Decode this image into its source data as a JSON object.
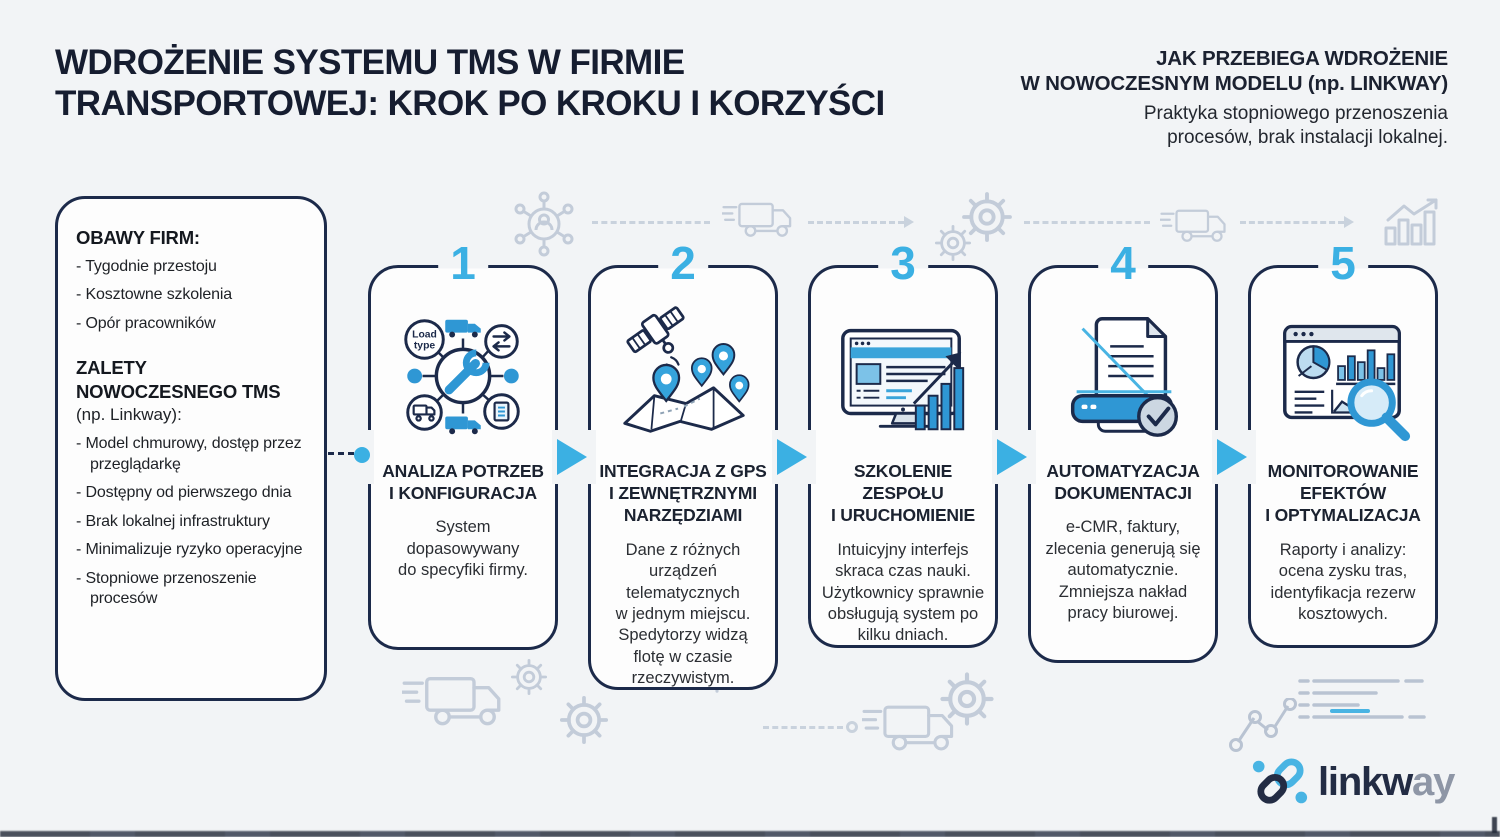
{
  "header": {
    "title": "WDROŻENIE SYSTEMU TMS W FIRMIE\nTRANSPORTOWEJ: KROK PO KROKU I KORZYŚCI",
    "right_heading": "JAK PRZEBIEGA WDROŻENIE\nW NOWOCZESNYM MODELU (np. LINKWAY)",
    "right_subheading": "Praktyka stopniowego przenoszenia\nprocesów, brak instalacji lokalnej."
  },
  "left_panel": {
    "concerns_heading": "OBAWY FIRM:",
    "concerns": [
      "Tygodnie przestoju",
      "Kosztowne szkolenia",
      "Opór pracowników"
    ],
    "advantages_heading": "ZALETY NOWOCZESNEGO TMS",
    "advantages_heading_note": "(np. Linkway):",
    "advantages": [
      "Model chmurowy, dostęp przez przeglądarkę",
      "Dostępny od pierwszego dnia",
      "Brak lokalnej infrastruktury",
      "Minimalizuje ryzyko operacyjne",
      "Stopniowe przenoszenie procesów"
    ]
  },
  "steps": [
    {
      "number": "1",
      "title": "ANALIZA POTRZEB\nI KONFIGURACJA",
      "description": "System\ndopasowywany\ndo specyfiki firmy.",
      "icon": "needs-analysis-hub-icon"
    },
    {
      "number": "2",
      "title": "INTEGRACJA Z GPS\nI ZEWNĘTRZNYMI\nNARZĘDZIAMI",
      "description": "Dane z różnych\nurządzeń\ntelematycznych\nw jednym miejscu.\nSpedytorzy widzą\nflotę w czasie\nrzeczywistym.",
      "icon": "gps-satellite-map-icon"
    },
    {
      "number": "3",
      "title": "SZKOLENIE\nZESPOŁU\nI URUCHOMIENIE",
      "description": "Intuicyjny interfejs\nskraca czas nauki.\nUżytkownicy sprawnie\nobsługują system po\nkilku dniach.",
      "icon": "training-monitor-chart-icon"
    },
    {
      "number": "4",
      "title": "AUTOMATYZACJA\nDOKUMENTACJI",
      "description": "e-CMR, faktury,\nzlecenia generują się\nautomatycznie.\nZmniejsza nakład\npracy biurowej.",
      "icon": "document-automation-icon"
    },
    {
      "number": "5",
      "title": "MONITOROWANIE\nEFEKTÓW\nI OPTYMALIZACJA",
      "description": "Raporty i analizy:\nocena zysku tras,\nidentyfikacja rezerw\nkosztowych.",
      "icon": "monitoring-analytics-icon"
    }
  ],
  "step1_icon": {
    "load_label_line1": "Load",
    "load_label_line2": "type"
  },
  "logo": {
    "name": "linkway",
    "text_primary": "linkw",
    "text_secondary": "ay"
  },
  "colors": {
    "accent_cyan": "#3bb0e3",
    "icon_blue": "#2f97d4",
    "navy_border": "#1c2a4a",
    "decor_gray": "#c3ccd9",
    "background": "#f2f4f6"
  }
}
